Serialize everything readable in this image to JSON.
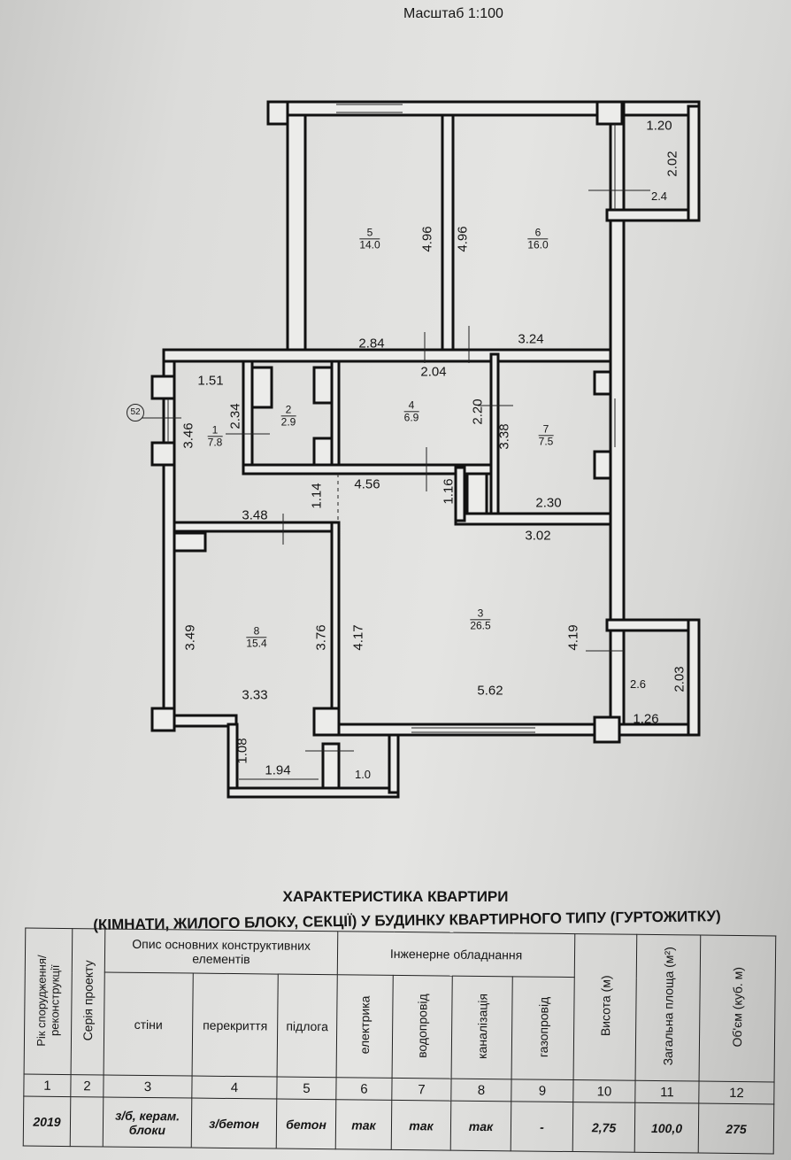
{
  "scale_label": "Масштаб 1:100",
  "axis_marker": "52",
  "rooms": [
    {
      "number": "1",
      "area": "7.8"
    },
    {
      "number": "2",
      "area": "2.9"
    },
    {
      "number": "3",
      "area": "26.5"
    },
    {
      "number": "4",
      "area": "6.9"
    },
    {
      "number": "5",
      "area": "14.0"
    },
    {
      "number": "6",
      "area": "16.0"
    },
    {
      "number": "7",
      "area": "7.5"
    },
    {
      "number": "8",
      "area": "15.4"
    }
  ],
  "balconies": {
    "top_right": "2.4",
    "bottom_right": "2.6",
    "bottom_left": "1.0"
  },
  "dimensions": [
    "1.20",
    "2.02",
    "4.96",
    "4.96",
    "2.84",
    "3.24",
    "2.04",
    "1.51",
    "2.34",
    "2.20",
    "3.38",
    "3.46",
    "1.14",
    "4.56",
    "1.16",
    "2.30",
    "3.48",
    "3.02",
    "3.49",
    "3.76",
    "4.17",
    "4.19",
    "2.03",
    "3.33",
    "5.62",
    "1.26",
    "1.08",
    "1.94"
  ],
  "table": {
    "title_line1": "ХАРАКТЕРИСТИКА КВАРТИРИ",
    "title_line2": "(КІМНАТИ, ЖИЛОГО БЛОКУ, СЕКЦІЇ) У БУДИНКУ КВАРТИРНОГО ТИПУ (ГУРТОЖИТКУ)",
    "headers": {
      "year": "Рік спорудження/ реконструкції",
      "series": "Серія проекту",
      "construction_group": "Опис основних конструктивних елементів",
      "walls": "стіни",
      "ceilings": "перекриття",
      "floor": "підлога",
      "engineering_group": "Інженерне обладнання",
      "electricity": "електрика",
      "water": "водопровід",
      "sewer": "каналізація",
      "gas": "газопровід",
      "height": "Висота (м)",
      "total_area": "Загальна площа (м²)",
      "volume": "Об'єм (куб. м)"
    },
    "column_numbers": [
      "1",
      "2",
      "3",
      "4",
      "5",
      "6",
      "7",
      "8",
      "9",
      "10",
      "11",
      "12"
    ],
    "row": {
      "year": "2019",
      "series": "",
      "walls": "з/б, керам. блоки",
      "ceilings": "з/бетон",
      "floor": "бетон",
      "electricity": "так",
      "water": "так",
      "sewer": "так",
      "gas": "-",
      "height": "2,75",
      "total_area": "100,0",
      "volume": "275"
    }
  }
}
